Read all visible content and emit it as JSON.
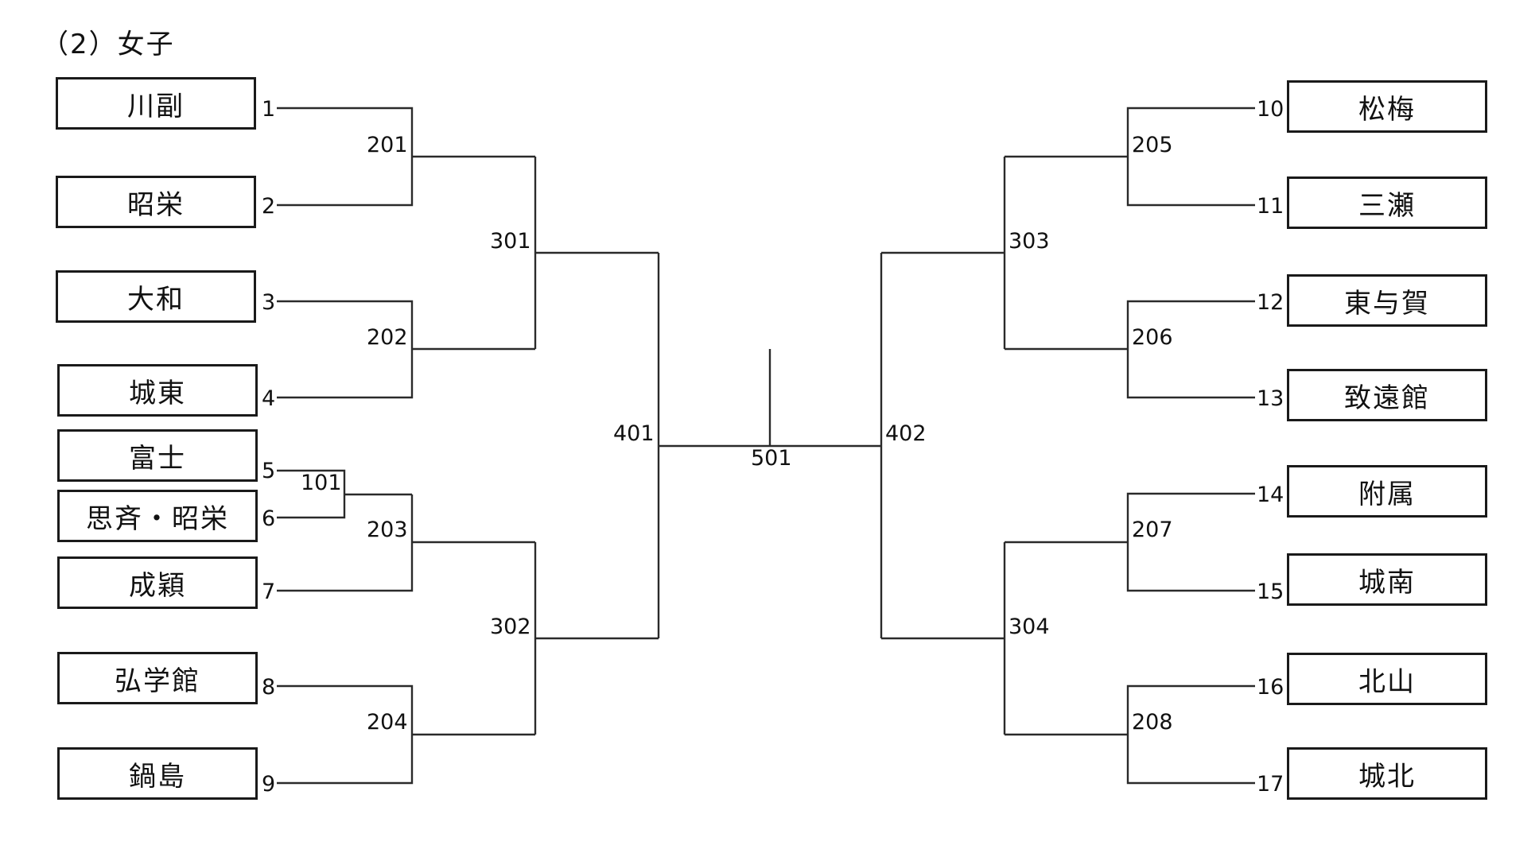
{
  "title": "（2）女子",
  "left_teams": [
    {
      "seed": "1",
      "name": "川副"
    },
    {
      "seed": "2",
      "name": "昭栄"
    },
    {
      "seed": "3",
      "name": "大和"
    },
    {
      "seed": "4",
      "name": "城東"
    },
    {
      "seed": "5",
      "name": "富士"
    },
    {
      "seed": "6",
      "name": "思斉・昭栄"
    },
    {
      "seed": "7",
      "name": "成穎"
    },
    {
      "seed": "8",
      "name": "弘学館"
    },
    {
      "seed": "9",
      "name": "鍋島"
    }
  ],
  "right_teams": [
    {
      "seed": "10",
      "name": "松梅"
    },
    {
      "seed": "11",
      "name": "三瀬"
    },
    {
      "seed": "12",
      "name": "東与賀"
    },
    {
      "seed": "13",
      "name": "致遠館"
    },
    {
      "seed": "14",
      "name": "附属"
    },
    {
      "seed": "15",
      "name": "城南"
    },
    {
      "seed": "16",
      "name": "北山"
    },
    {
      "seed": "17",
      "name": "城北"
    }
  ],
  "match_numbers": {
    "m101": "101",
    "m201": "201",
    "m202": "202",
    "m203": "203",
    "m204": "204",
    "m205": "205",
    "m206": "206",
    "m207": "207",
    "m208": "208",
    "m301": "301",
    "m302": "302",
    "m303": "303",
    "m304": "304",
    "m401": "401",
    "m402": "402",
    "m501": "501"
  }
}
